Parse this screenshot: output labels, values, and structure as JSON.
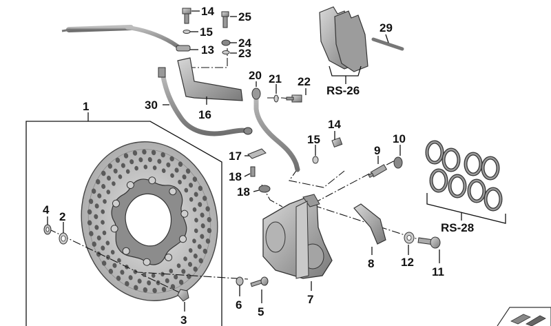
{
  "diagram": {
    "callouts": {
      "p1": "1",
      "p2": "2",
      "p3": "3",
      "p4": "4",
      "p5": "5",
      "p6": "6",
      "p7": "7",
      "p8": "8",
      "p9": "9",
      "p10": "10",
      "p11": "11",
      "p12": "12",
      "p13": "13",
      "p14": "14",
      "p14b": "14",
      "p15": "15",
      "p15b": "15",
      "p16": "16",
      "p17": "17",
      "p18": "18",
      "p18b": "18",
      "p20": "20",
      "p21": "21",
      "p22": "22",
      "p23": "23",
      "p24": "24",
      "p25": "25",
      "p29": "29",
      "p30": "30",
      "rs26": "RS-26",
      "rs28": "RS-28"
    },
    "colors": {
      "metal_dark": "#6e6e6e",
      "metal_mid": "#9a9a9a",
      "metal_light": "#c8c8c8",
      "line": "#111111"
    }
  }
}
